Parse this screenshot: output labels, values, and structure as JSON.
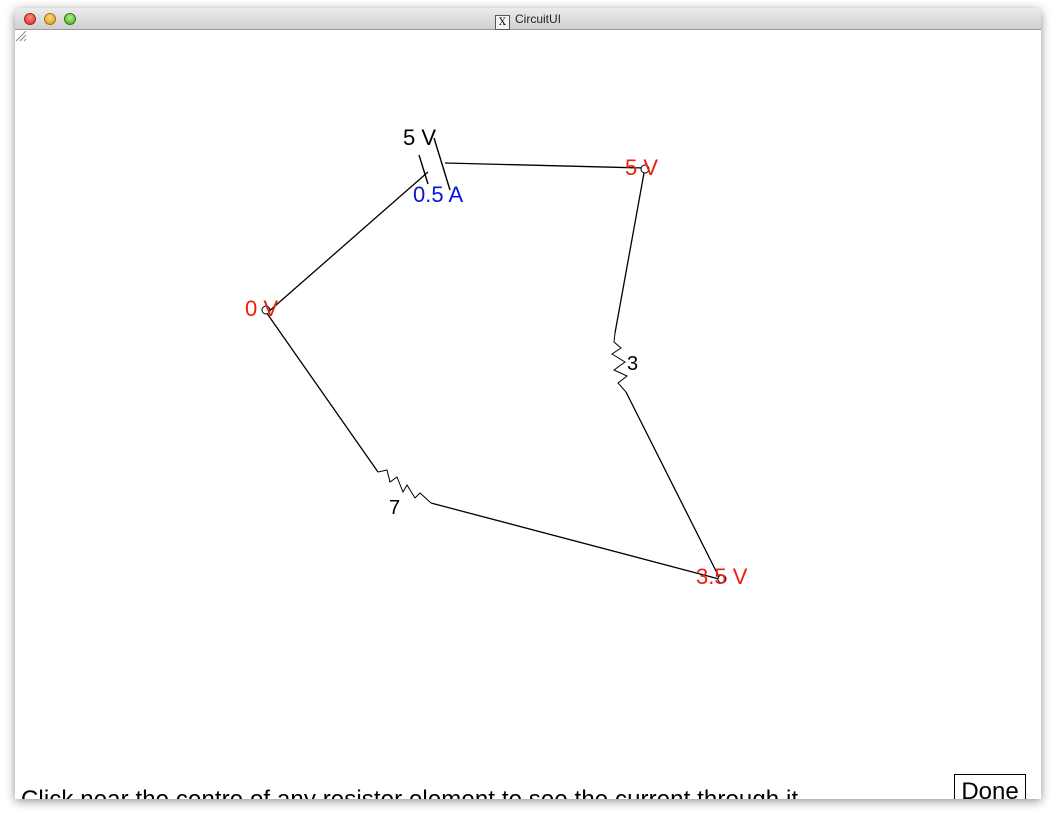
{
  "window": {
    "title": "CircuitUI"
  },
  "circuit": {
    "battery": {
      "voltage_label": "5 V",
      "current_label": "0.5 A"
    },
    "nodes": [
      {
        "id": "node-top-right",
        "voltage_label": "5 V"
      },
      {
        "id": "node-left",
        "voltage_label": "0 V"
      },
      {
        "id": "node-bottom-right",
        "voltage_label": "3.5 V"
      }
    ],
    "resistors": [
      {
        "id": "resistor-right",
        "value_label": "3"
      },
      {
        "id": "resistor-bottom-left",
        "value_label": "7"
      }
    ],
    "colors": {
      "node_voltage": "#e8200e",
      "current": "#0a14d8",
      "wire": "#000000"
    }
  },
  "status": {
    "instruction": "Click near the centre of any resistor element to see the current through it"
  },
  "controls": {
    "done_label": "Done"
  }
}
